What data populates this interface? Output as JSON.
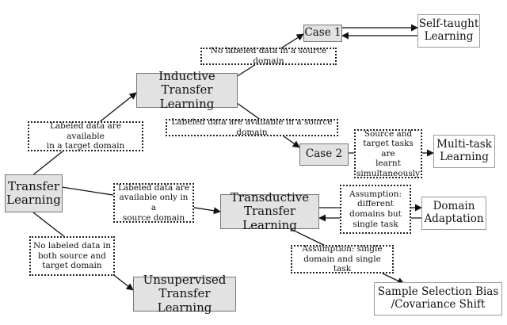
{
  "nodes": {
    "transfer_learning": "Transfer\nLearning",
    "inductive": "Inductive Transfer\nLearning",
    "transductive": "Transductive\nTransfer Learning",
    "unsupervised": "Unsupervised\nTransfer Learning",
    "case1": "Case 1",
    "case2": "Case 2",
    "self_taught": "Self-taught\nLearning",
    "multi_task": "Multi-task\nLearning",
    "domain_adaptation": "Domain\nAdaptation",
    "sample_selection": "Sample Selection Bias\n/Covariance Shift"
  },
  "notes": {
    "labeled_target": "Labeled data are available\nin a target domain",
    "no_labeled_source": "No labeled data in a source domain",
    "labeled_source": "Labeled data are available in a source domain",
    "simultaneous": "Source and\ntarget tasks are\nlearnt\nsimultaneously",
    "labeled_only_source": "Labeled data are\navailable only in a\nsource domain",
    "assumption_different": "Assumption:\ndifferent\ndomains but\nsingle task",
    "assumption_single": "Assumption: single\ndomain and single task",
    "no_labeled_both": "No labeled data in\nboth source and\ntarget domain"
  }
}
